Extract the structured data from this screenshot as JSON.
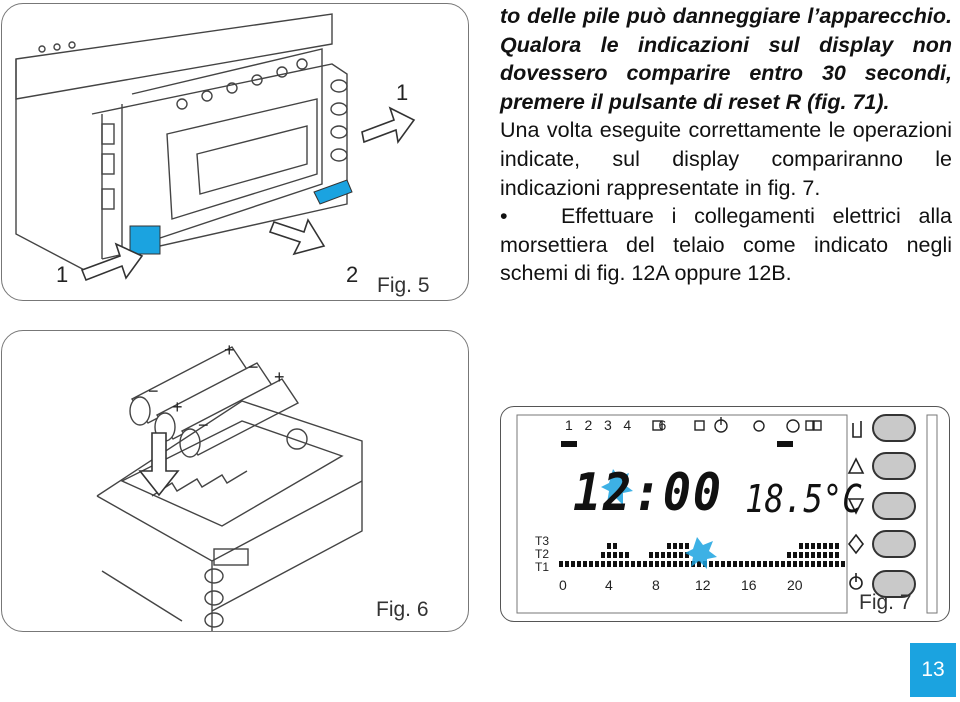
{
  "fig5": {
    "label": "Fig. 5",
    "callouts": [
      "1",
      "1",
      "2"
    ]
  },
  "fig6": {
    "label": "Fig. 6"
  },
  "fig7": {
    "label": "Fig. 7",
    "day_numbers": [
      "1",
      "2",
      "3",
      "4",
      "6"
    ],
    "time": "12:00",
    "temperature": "18.5°C",
    "levels": [
      "T3",
      "T2",
      "T1"
    ],
    "hour_scale": [
      "0",
      "4",
      "8",
      "12",
      "16",
      "20"
    ],
    "buttons": [
      "hand-icon",
      "up-triangle-icon",
      "down-triangle-icon",
      "diamond-icon",
      "power-icon"
    ]
  },
  "text": {
    "p1": "to delle pile può danneggiare l’apparecchio. Qualora le indicazioni sul display non dovessero comparire entro 30 secondi, premere il pulsante di reset R (fig. 71).",
    "p2": "Una volta eseguite correttamente le operazioni indicate, sul display compariranno le indicazioni rappresentate in fig. 7.",
    "bullet": "•",
    "p3": "Effettuare i collegamenti elettrici alla morsettiera del telaio come indicato negli schemi di fig. 12A oppure 12B."
  },
  "page_number": "13",
  "colors": {
    "accent": "#1ba3e0",
    "line": "#555555"
  }
}
